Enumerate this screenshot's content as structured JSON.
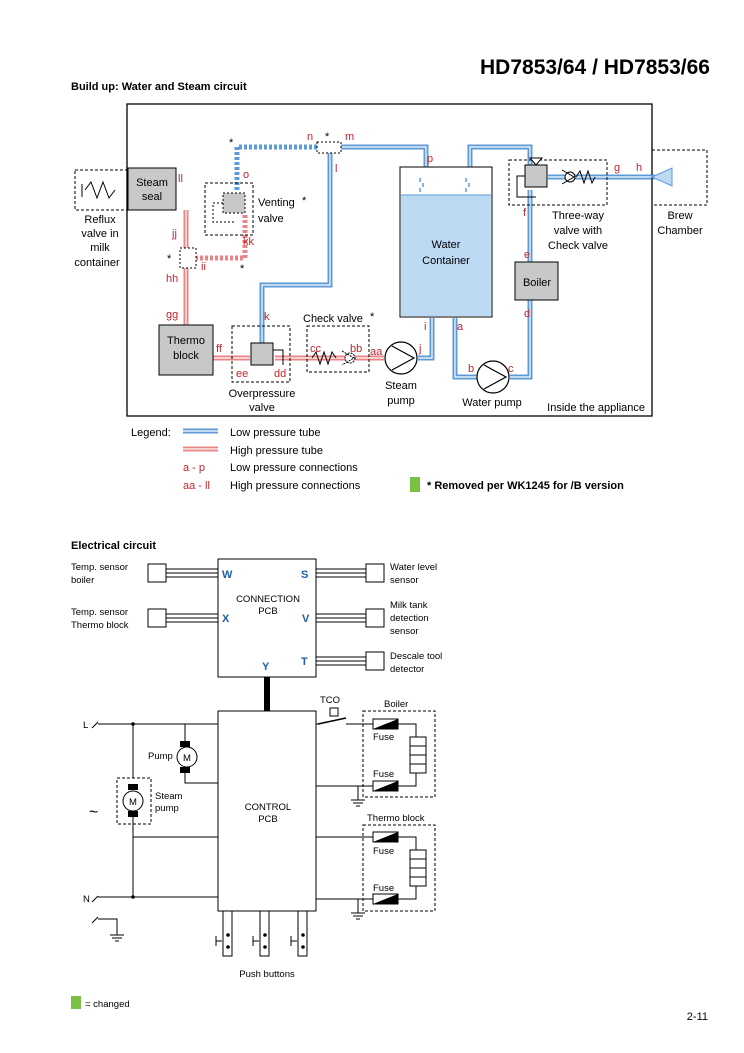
{
  "header": {
    "model": "HD7853/64  /  HD7853/66",
    "page_number": "2-11"
  },
  "water_circuit": {
    "title": "Build up: Water and Steam circuit",
    "components": {
      "steam_seal": "Steam seal",
      "reflux": [
        "Reflux",
        "valve in",
        "milk",
        "container"
      ],
      "venting_valve": [
        "Venting",
        "valve"
      ],
      "water_container": [
        "Water",
        "Container"
      ],
      "three_way": [
        "Three-way",
        "valve with",
        "Check valve"
      ],
      "brew_chamber": [
        "Brew",
        "Chamber"
      ],
      "boiler": "Boiler",
      "thermo_block": [
        "Thermo",
        "block"
      ],
      "check_valve": "Check valve",
      "overpressure": [
        "Overpressure",
        "valve"
      ],
      "steam_pump": [
        "Steam",
        "pump"
      ],
      "water_pump": "Water pump",
      "inside": "Inside the appliance"
    },
    "connection_labels": {
      "n": "n",
      "m": "m",
      "l": "l",
      "o": "o",
      "p": "p",
      "g": "g",
      "h": "h",
      "f": "f",
      "e": "e",
      "d": "d",
      "c": "c",
      "b": "b",
      "a": "a",
      "i": "i",
      "j": "j",
      "k": "k",
      "ll": "ll",
      "jj": "jj",
      "kk": "kk",
      "ii": "ii",
      "hh": "hh",
      "gg": "gg",
      "ff": "ff",
      "ee": "ee",
      "dd": "dd",
      "cc": "cc",
      "bb": "bb",
      "aa": "aa"
    },
    "star": "*",
    "legend": {
      "label": "Legend:",
      "low_tube": "Low pressure tube",
      "high_tube": "High pressure tube",
      "low_conn_code": "a - p",
      "low_conn": "Low pressure connections",
      "high_conn_code": "aa - ll",
      "high_conn": "High pressure connections",
      "removed_note": "* Removed per WK1245 for /B version"
    },
    "colors": {
      "high_pressure": "#e98585",
      "low_pressure": "#5e9bd6",
      "marker": "#7ac143"
    }
  },
  "electrical_circuit": {
    "title": "Electrical circuit",
    "left_sensors": [
      [
        "Temp. sensor",
        "boiler"
      ],
      [
        "Temp. sensor",
        "Thermo block"
      ]
    ],
    "right_sensors": [
      [
        "Water level",
        "sensor"
      ],
      [
        "Milk tank",
        "detection",
        "sensor"
      ],
      [
        "Descale tool",
        "detector"
      ]
    ],
    "connection_pcb": [
      "CONNECTION",
      "PCB"
    ],
    "control_pcb": [
      "CONTROL",
      "PCB"
    ],
    "pcb_letters": {
      "W": "W",
      "X": "X",
      "S": "S",
      "V": "V",
      "T": "T",
      "Y": "Y"
    },
    "tco": "TCO",
    "boiler_group": "Boiler",
    "thermo_group": "Thermo block",
    "fuse": "Fuse",
    "pump": "Pump",
    "motor": "M",
    "steam_pump": [
      "Steam",
      "pump"
    ],
    "live": "L",
    "neutral": "N",
    "ac": "~",
    "push_buttons": "Push buttons",
    "changed_legend": "= changed"
  }
}
